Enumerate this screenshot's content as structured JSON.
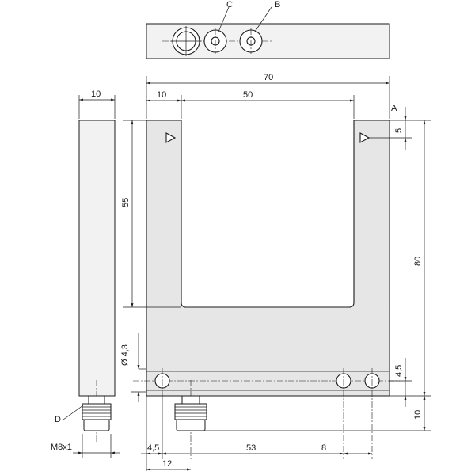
{
  "dimensions": {
    "top_width": "70",
    "slot_offset": "10",
    "slot_width": "50",
    "side_width": "10",
    "slot_depth": "55",
    "height": "80",
    "emitter_offset": "5",
    "hole_diameter": "Ø 4,3",
    "hole_height": "4,5",
    "connector_height": "10",
    "hole_edge": "4,5",
    "hole_spacing": "53",
    "hole_right": "8",
    "connector_offset": "12",
    "thread": "M8x1"
  },
  "labels": {
    "A": "A",
    "B": "B",
    "C": "C",
    "D": "D"
  }
}
